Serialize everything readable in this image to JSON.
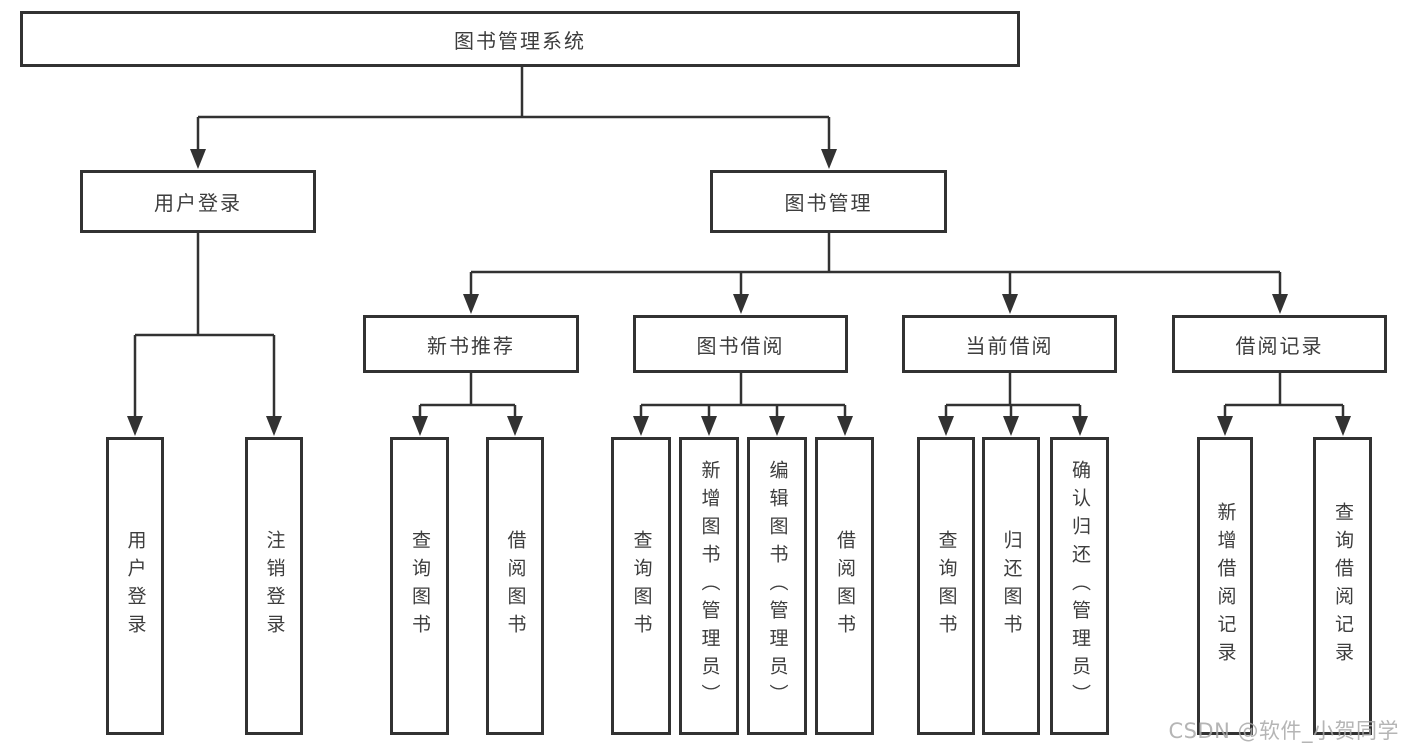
{
  "diagram_type": "hierarchy-tree",
  "colors": {
    "line": "#323232",
    "box_border": "#323232",
    "text": "#3d3d3d",
    "background": "#ffffff",
    "watermark": "#a8a8a8"
  },
  "tree": {
    "label": "图书管理系统",
    "children": [
      {
        "label": "用户登录",
        "children": [
          {
            "label": "用户登录"
          },
          {
            "label": "注销登录"
          }
        ]
      },
      {
        "label": "图书管理",
        "children": [
          {
            "label": "新书推荐",
            "children": [
              {
                "label": "查询图书"
              },
              {
                "label": "借阅图书"
              }
            ]
          },
          {
            "label": "图书借阅",
            "children": [
              {
                "label": "查询图书"
              },
              {
                "label": "新增图书（管理员）"
              },
              {
                "label": "编辑图书（管理员）"
              },
              {
                "label": "借阅图书"
              }
            ]
          },
          {
            "label": "当前借阅",
            "children": [
              {
                "label": "查询图书"
              },
              {
                "label": "归还图书"
              },
              {
                "label": "确认归还（管理员）"
              }
            ]
          },
          {
            "label": "借阅记录",
            "children": [
              {
                "label": "新增借阅记录"
              },
              {
                "label": "查询借阅记录"
              }
            ]
          }
        ]
      }
    ]
  },
  "watermark": {
    "text": "CSDN @软件_小贺同学"
  }
}
